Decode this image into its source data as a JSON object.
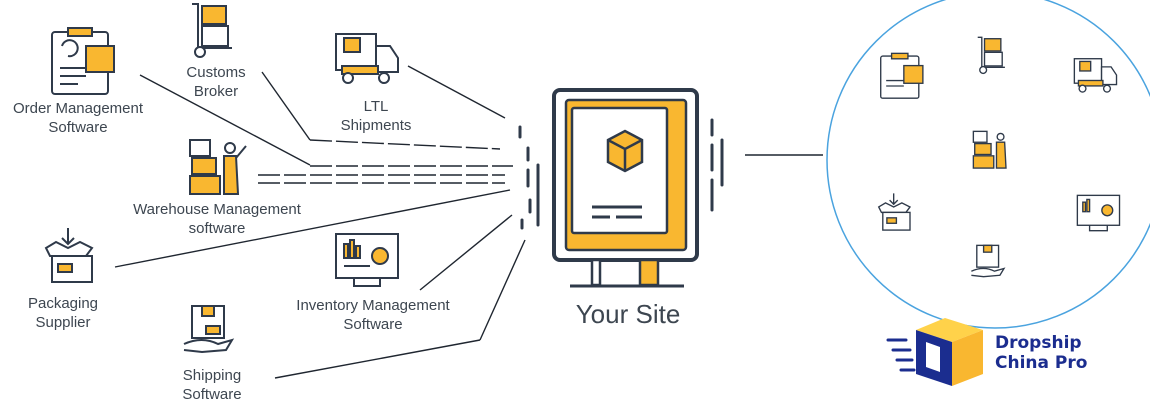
{
  "nodes": {
    "order_management": [
      "Order Management",
      "Software"
    ],
    "customs_broker": [
      "Customs",
      "Broker"
    ],
    "ltl_shipments": [
      "LTL",
      "Shipments"
    ],
    "warehouse_management": [
      "Warehouse Management",
      "software"
    ],
    "packaging_supplier": [
      "Packaging",
      "Supplier"
    ],
    "inventory_management": [
      "Inventory Management",
      "Software"
    ],
    "shipping_software": [
      "Shipping",
      "Software"
    ]
  },
  "center": {
    "label": "Your Site"
  },
  "brand": {
    "line1": "Dropship",
    "line2": "China Pro"
  },
  "colors": {
    "accent": "#f9b730",
    "outline": "#2f3a4a",
    "line": "#1f2630",
    "circle": "#4aa3df",
    "brand": "#1b2d8f"
  },
  "icons": [
    "order-clipboard-icon",
    "hand-truck-icon",
    "truck-icon",
    "warehouse-worker-icon",
    "open-box-icon",
    "monitor-chart-icon",
    "hand-package-icon"
  ]
}
